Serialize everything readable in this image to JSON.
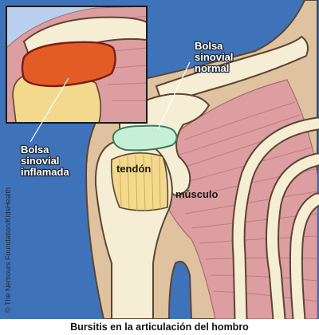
{
  "labels": {
    "normal_bursa": [
      "Bolsa",
      "sinovial",
      "normal"
    ],
    "inflamed_bursa": [
      "Bolsa",
      "sinovial",
      "inflamada"
    ],
    "tendon": "tendón",
    "muscle": "músculo"
  },
  "credit": "© The Nemours Foundation/KidsHealth",
  "caption": "Bursitis en la articulación del hombro",
  "colors": {
    "background": "#3f73b9",
    "skin": "#dfc3a1",
    "muscle": "#dc9ea0",
    "bone": "#f6eed4",
    "tendon": "#f2d98e",
    "normal_bursa": "#c6f0d5",
    "inflamed_bursa": "#e45c25"
  }
}
